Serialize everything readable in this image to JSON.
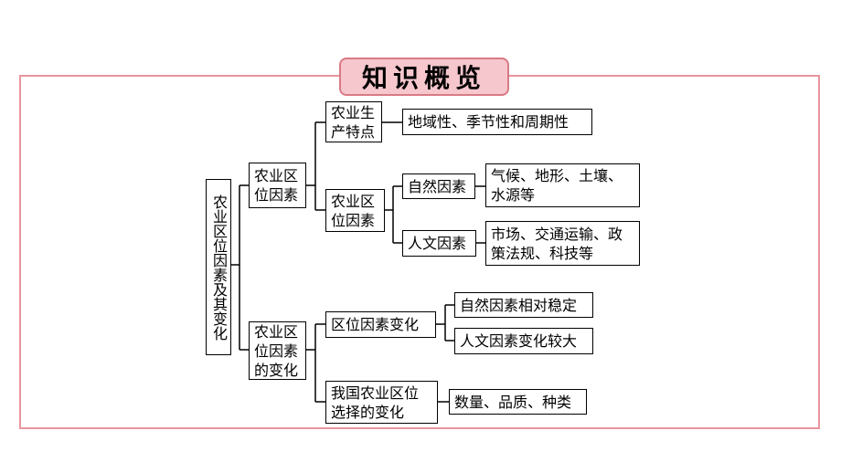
{
  "title": "知识概览",
  "nodes": {
    "root": "农业区位因素及其变化",
    "factors": "农业区\n位因素",
    "changes": "农业区\n位因素\n的变化",
    "prod_features": "农业生\n产特点",
    "prod_features_detail": "地域性、季节性和周期性",
    "location_factors": "农业区\n位因素",
    "natural": "自然因素",
    "natural_detail": "气候、地形、土壤、\n水源等",
    "human": "人文因素",
    "human_detail": "市场、交通运输、政\n策法规、科技等",
    "factor_change": "区位因素变化",
    "natural_stable": "自然因素相对稳定",
    "human_change": "人文因素变化较大",
    "china_change": "我国农业区位\n选择的变化",
    "china_change_detail": "数量、品质、种类"
  }
}
